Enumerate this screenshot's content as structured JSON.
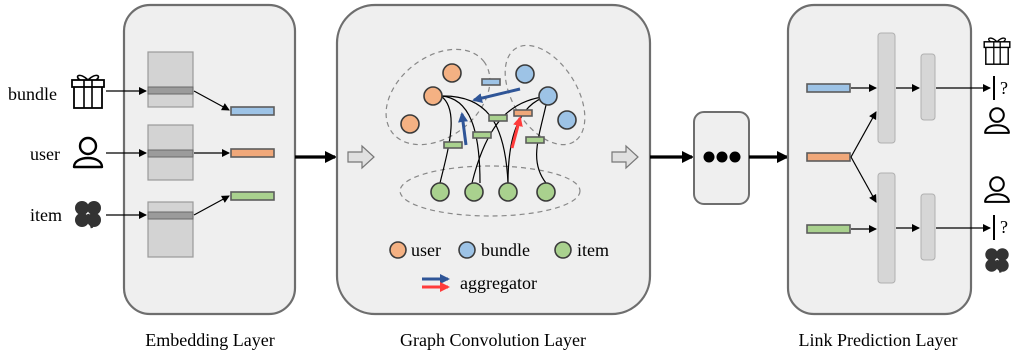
{
  "panels": {
    "embedding_caption": "Embedding Layer",
    "graph_caption": "Graph Convolution Layer",
    "link_caption": "Link Prediction Layer"
  },
  "inputs": {
    "bundle": "bundle",
    "user": "user",
    "item": "item"
  },
  "legend": {
    "user": "user",
    "bundle": "bundle",
    "item": "item",
    "aggregator": "aggregator"
  },
  "link_prediction": {
    "query_top": "?",
    "query_bottom": "?"
  },
  "colors": {
    "user": "#f4b183",
    "bundle": "#9dc3e6",
    "item": "#a9d18e",
    "vec_user": "#f0a87a",
    "vec_bundle": "#9dc3e6",
    "vec_item": "#a9d18e",
    "aggregator_blue": "#2f5597",
    "aggregator_red": "#ff3b3b",
    "panel_fill": "#efefef",
    "panel_border": "#6e6e6e"
  },
  "icons": {
    "bundle": "gift-icon",
    "user": "user-icon",
    "item": "clover-icon"
  }
}
